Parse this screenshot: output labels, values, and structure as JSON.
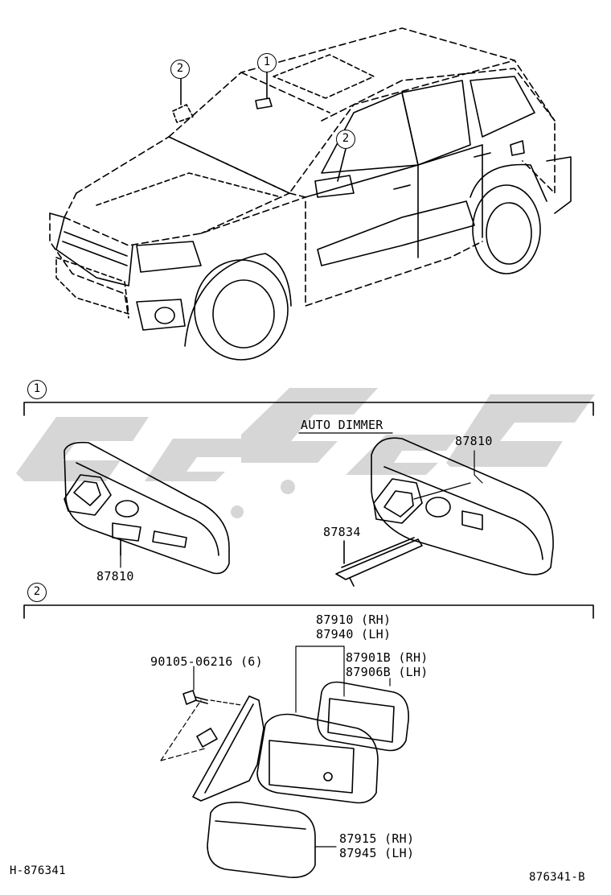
{
  "callouts": {
    "one": "1",
    "two": "2"
  },
  "section1": {
    "title": "AUTO DIMMER",
    "parts": {
      "mirror_left": "87810",
      "mirror_right": "87810",
      "cover": "87834"
    }
  },
  "section2": {
    "parts": {
      "mirror_assy_rh": "87910 (RH)",
      "mirror_assy_lh": "87940 (LH)",
      "glass_rh": "87901B (RH)",
      "glass_lh": "87906B (LH)",
      "screw": "90105-06216 (6)",
      "cover_rh": "87915 (RH)",
      "cover_lh": "87945 (LH)"
    }
  },
  "footer": {
    "left_code": "H-876341",
    "right_code": "876341-B"
  },
  "watermark_colors": {
    "gray": "#c9c9c9"
  }
}
